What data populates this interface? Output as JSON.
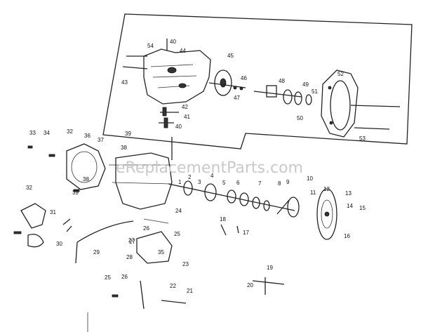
{
  "watermark": "eReplacementParts.com",
  "inset": {
    "labels": [
      "40",
      "54",
      "44",
      "45",
      "43",
      "46",
      "47",
      "48",
      "49",
      "51",
      "52",
      "42",
      "41",
      "40",
      "50",
      "53"
    ]
  },
  "main": {
    "labels": [
      "33",
      "34",
      "32",
      "36",
      "37",
      "39",
      "38",
      "38",
      "39",
      "32",
      "31",
      "30",
      "29",
      "28",
      "27",
      "26",
      "25",
      "24",
      "23",
      "22",
      "21",
      "20",
      "19",
      "18",
      "17",
      "16",
      "15",
      "14",
      "13",
      "12",
      "11",
      "10",
      "9",
      "8",
      "7",
      "6",
      "5",
      "4",
      "3",
      "2",
      "1",
      "35",
      "26",
      "25",
      "27"
    ]
  },
  "icons": [
    "exploded-parts-drawing"
  ]
}
